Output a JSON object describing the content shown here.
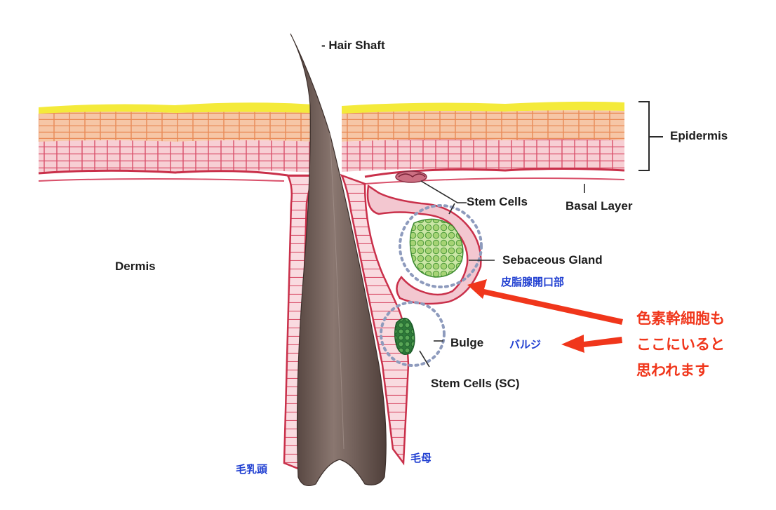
{
  "labels": {
    "hair_shaft": "- Hair Shaft",
    "epidermis": "Epidermis",
    "basal_layer": "Basal Layer",
    "stem_cells": "Stem Cells",
    "sebaceous_gland": "Sebaceous Gland",
    "dermis": "Dermis",
    "bulge": "Bulge",
    "stem_cells_sc": "Stem Cells (SC)"
  },
  "jp_labels": {
    "sebaceous_opening": "皮脂腺開口部",
    "bulge_jp": "バルジ",
    "dermal_papilla": "毛乳頭",
    "hair_matrix": "毛母"
  },
  "note": {
    "line1": "色素幹細胞も",
    "line2": "ここにいると",
    "line3": "思われます"
  },
  "colors": {
    "accent_red": "#f0361b",
    "jp_blue": "#1f3ed1",
    "skin_line": "#c9304a",
    "hair_brown": "#6e5a52",
    "circle_dashed": "#8e9bbd"
  }
}
